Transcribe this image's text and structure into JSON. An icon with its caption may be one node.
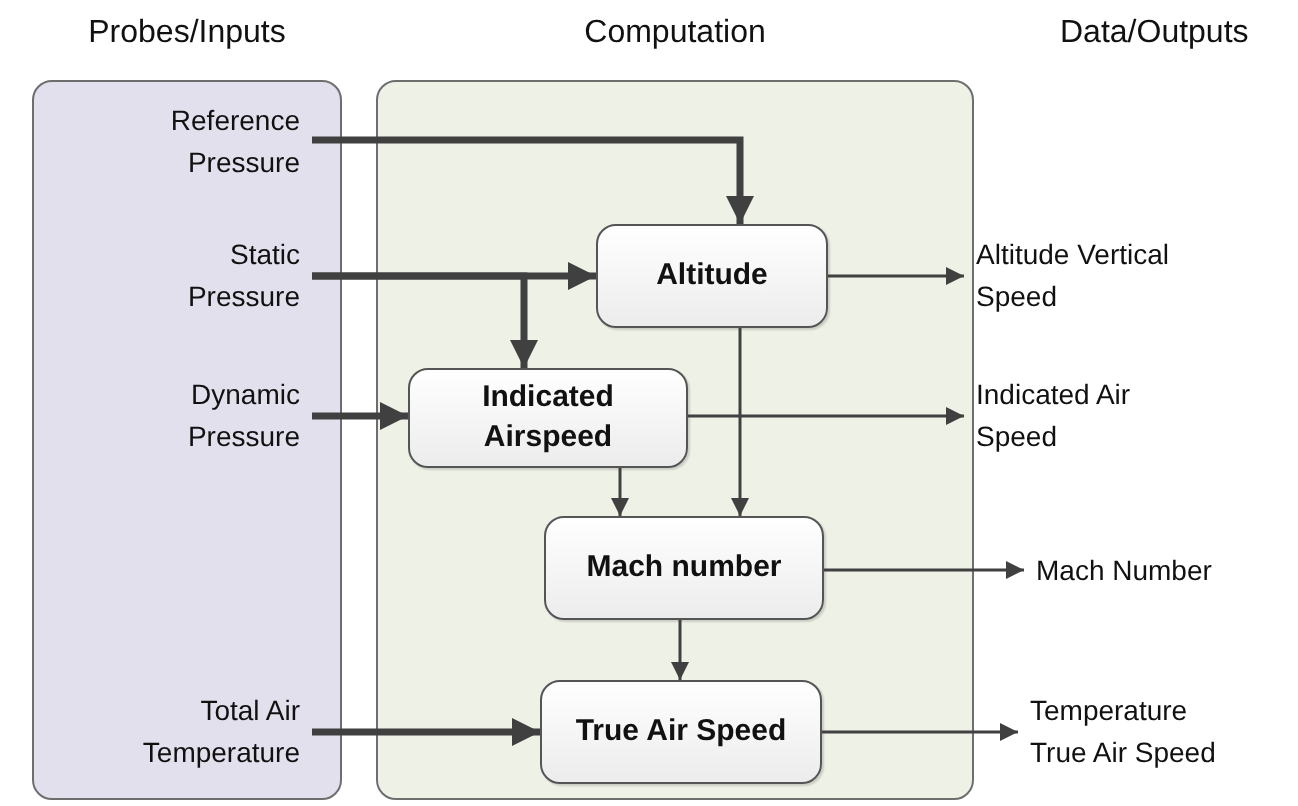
{
  "diagram": {
    "nodes": [
      {
        "text": [
          "Probes/Inputs"
        ]
      },
      {
        "text": [
          "Computation"
        ]
      },
      {
        "text": [
          "Reference Pressure"
        ],
        "in": 0
      },
      {
        "text": [
          "Static Pressure"
        ],
        "in": 0
      },
      {
        "text": [
          "Dynamic Pressure"
        ],
        "in": 0
      },
      {
        "text": [
          "Total Air Temperature"
        ],
        "in": 0
      },
      {
        "text": [
          "Altitude"
        ],
        "in": 1
      },
      {
        "text": [
          "Indicated Airspeed"
        ],
        "in": 1
      },
      {
        "text": [
          "Mach number"
        ],
        "in": 1
      },
      {
        "text": [
          "True Air Speed"
        ],
        "in": 1
      },
      {
        "text": [
          "Altitude Vertical Speed"
        ]
      },
      {
        "text": [
          "Indicated Air Speed"
        ]
      },
      {
        "text": [
          "Mach Number"
        ]
      },
      {
        "text": [
          "Temperature True Air Speed"
        ]
      }
    ],
    "edges": [
      {
        "from": 2,
        "to": 6,
        "arrow": "to",
        "style": "thick"
      },
      {
        "from": 3,
        "to": 6,
        "arrow": "to",
        "style": "thick"
      },
      {
        "from": 3,
        "to": 7,
        "arrow": "to",
        "style": "thick"
      },
      {
        "from": 4,
        "to": 7,
        "arrow": "to",
        "style": "thick"
      },
      {
        "from": 5,
        "to": 9,
        "arrow": "to",
        "style": "thick"
      },
      {
        "from": 6,
        "to": 10,
        "arrow": "to"
      },
      {
        "from": 7,
        "to": 11,
        "arrow": "to"
      },
      {
        "from": 7,
        "to": 8,
        "arrow": "to"
      },
      {
        "from": 6,
        "to": 8,
        "arrow": "to"
      },
      {
        "from": 8,
        "to": 12,
        "arrow": "to"
      },
      {
        "from": 8,
        "to": 9,
        "arrow": "to"
      },
      {
        "from": 9,
        "to": 13,
        "arrow": "to"
      }
    ],
    "labels": [
      "Data/Outputs"
    ]
  }
}
